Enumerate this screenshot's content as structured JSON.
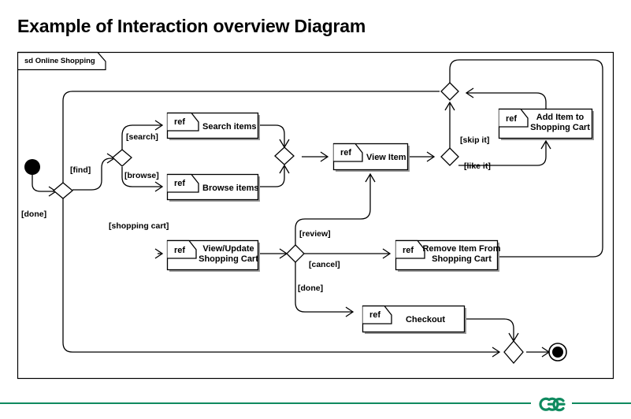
{
  "page": {
    "title": "Example of Interaction overview Diagram",
    "background_color": "#ffffff",
    "accent_color": "#0f8a5f"
  },
  "frame": {
    "label": "sd Online Shopping",
    "kind": "interaction-overview-frame"
  },
  "nodes": {
    "initial": {
      "name": "initial-node",
      "type": "initial"
    },
    "final": {
      "name": "final-node",
      "type": "activity-final"
    },
    "merge_start": {
      "name": "merge-start",
      "type": "merge"
    },
    "decision_find": {
      "name": "decision-find",
      "type": "decision"
    },
    "merge_items": {
      "name": "merge-items",
      "type": "merge"
    },
    "decision_view": {
      "name": "decision-view-item",
      "type": "decision"
    },
    "merge_top": {
      "name": "merge-top",
      "type": "merge"
    },
    "decision_cart": {
      "name": "decision-cart",
      "type": "decision"
    },
    "merge_final": {
      "name": "merge-final",
      "type": "merge"
    }
  },
  "refs": [
    {
      "id": "search-items",
      "keyword": "ref",
      "name": "Search items",
      "lines": [
        "Search items"
      ]
    },
    {
      "id": "browse-items",
      "keyword": "ref",
      "name": "Browse items",
      "lines": [
        "Browse items"
      ]
    },
    {
      "id": "view-item",
      "keyword": "ref",
      "name": "View Item",
      "lines": [
        "View Item"
      ]
    },
    {
      "id": "add-item-to-shopping-cart",
      "keyword": "ref",
      "name": "Add Item to Shopping Cart",
      "lines": [
        "Add Item to",
        "Shopping Cart"
      ]
    },
    {
      "id": "view-update-shopping-cart",
      "keyword": "ref",
      "name": "View/Update Shopping Cart",
      "lines": [
        "View/Update",
        "Shopping Cart"
      ]
    },
    {
      "id": "remove-item-from-shopping-cart",
      "keyword": "ref",
      "name": "Remove Item From Shopping Cart",
      "lines": [
        "Remove Item From",
        "Shopping Cart"
      ]
    },
    {
      "id": "checkout",
      "keyword": "ref",
      "name": "Checkout",
      "lines": [
        "Checkout"
      ]
    }
  ],
  "guards": [
    {
      "id": "done-start",
      "text": "[done]"
    },
    {
      "id": "find",
      "text": "[find]"
    },
    {
      "id": "search",
      "text": "[search]"
    },
    {
      "id": "browse",
      "text": "[browse]"
    },
    {
      "id": "shopping-cart",
      "text": "[shopping cart]"
    },
    {
      "id": "skip-it",
      "text": "[skip it]"
    },
    {
      "id": "like-it",
      "text": "[like it]"
    },
    {
      "id": "review",
      "text": "[review]"
    },
    {
      "id": "cancel",
      "text": "[cancel]"
    },
    {
      "id": "done-cart",
      "text": "[done]"
    }
  ],
  "footer": {
    "logo_alt": "geeksforgeeks-logo",
    "line_color": "#0f8a5f"
  }
}
